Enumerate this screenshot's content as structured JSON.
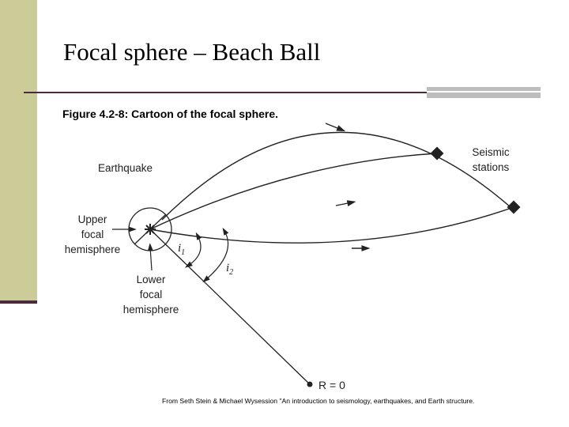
{
  "slide": {
    "title": "Focal sphere – Beach Ball",
    "credit": "From Seth Stein & Michael Wysession \"An introduction to seismology, earthquakes, and Earth structure."
  },
  "figure": {
    "caption": "Figure 4.2-8: Cartoon of the focal sphere.",
    "labels": {
      "earthquake": "Earthquake",
      "seismic_stations": [
        "Seismic",
        "stations"
      ],
      "upper_hemisphere": [
        "Upper",
        "focal",
        "hemisphere"
      ],
      "lower_hemisphere": [
        "Lower",
        "focal",
        "hemisphere"
      ],
      "angle_i1": "i",
      "angle_i1_sub": "1",
      "angle_i2": "i",
      "angle_i2_sub": "2",
      "center": "R = 0"
    }
  },
  "colors": {
    "sidebar": "#cccc99",
    "accent": "#4b2b3b",
    "ink": "#222222"
  }
}
